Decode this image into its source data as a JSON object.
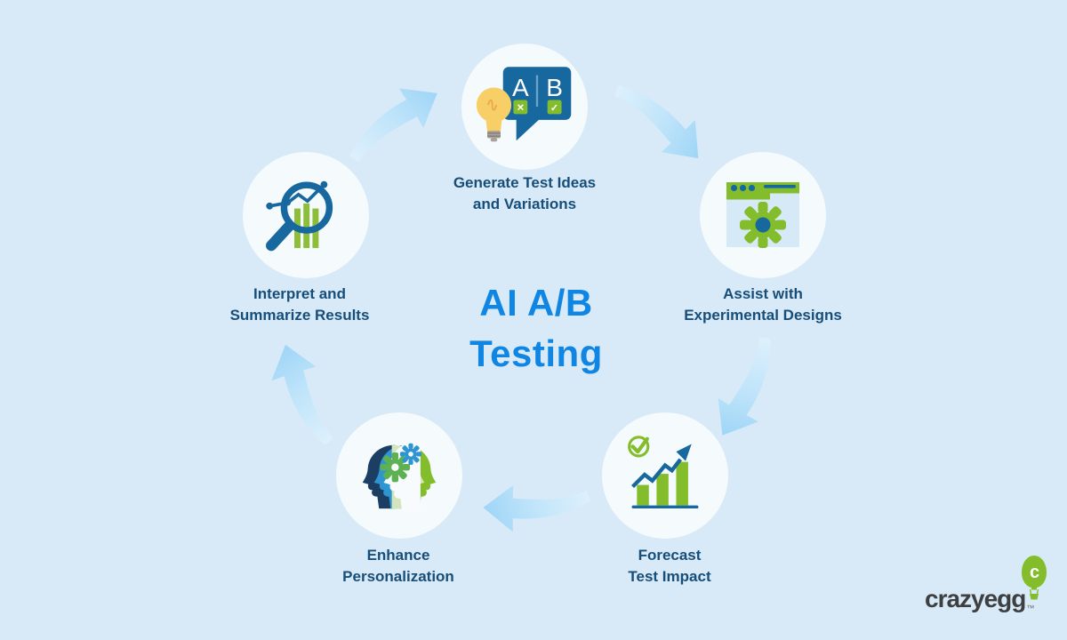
{
  "title": {
    "line1": "AI A/B",
    "line2": "Testing"
  },
  "nodes": [
    {
      "id": "generate-test-ideas",
      "icon": "lightbulb-ab-bubble-icon",
      "label_line1": "Generate Test Ideas",
      "label_line2": "and Variations"
    },
    {
      "id": "assist-experimental-designs",
      "icon": "browser-gear-icon",
      "label_line1": "Assist with",
      "label_line2": "Experimental Designs"
    },
    {
      "id": "forecast-test-impact",
      "icon": "growth-chart-check-icon",
      "label_line1": "Forecast",
      "label_line2": "Test Impact"
    },
    {
      "id": "enhance-personalization",
      "icon": "profile-heads-gears-icon",
      "label_line1": "Enhance",
      "label_line2": "Personalization"
    },
    {
      "id": "interpret-summarize-results",
      "icon": "magnifier-bar-chart-icon",
      "label_line1": "Interpret and",
      "label_line2": "Summarize Results"
    }
  ],
  "icon_text": {
    "variant_a": "A",
    "variant_b": "B",
    "reject_mark": "✕",
    "accept_mark": "✓"
  },
  "branding": {
    "logo_text": "crazyegg",
    "trademark": "™",
    "balloon_letter": "c"
  },
  "colors": {
    "background": "#d8eaf7",
    "title_blue": "#0f86e4",
    "label_navy": "#174e79",
    "brand_green": "#84bd2c",
    "icon_blue": "#16689f",
    "arrow_blue": "#9cd4f6",
    "circle_fill": "#f5fafd",
    "bulb_yellow": "#f8cf67"
  }
}
